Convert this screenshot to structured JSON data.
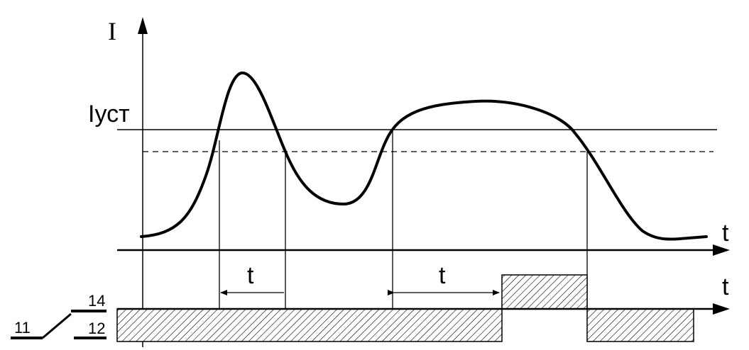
{
  "labels": {
    "y_axis": "I",
    "threshold": "Iуст",
    "x_axis_top": "t",
    "x_axis_bottom": "t",
    "delay_left": "t",
    "delay_right": "t",
    "contact_common": "11",
    "contact_no": "14",
    "contact_nc": "12"
  },
  "colors": {
    "line": "#000000",
    "background": "#ffffff"
  }
}
